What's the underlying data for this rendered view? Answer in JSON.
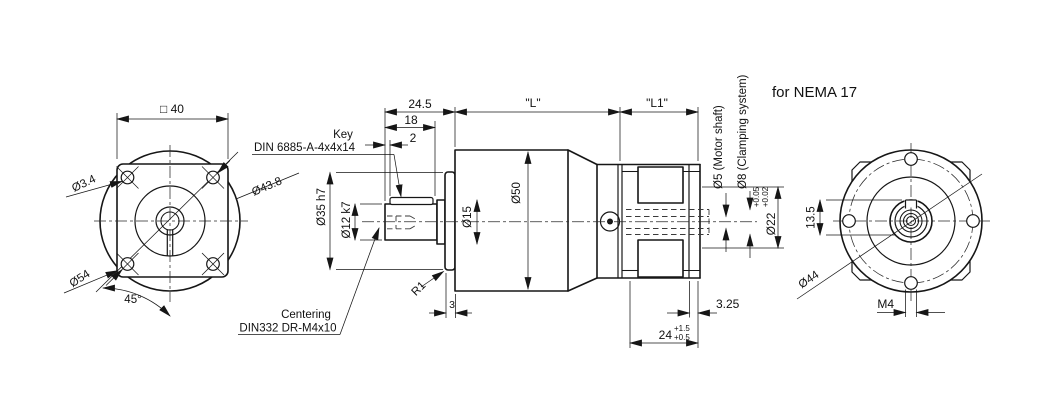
{
  "drawing": {
    "note_top_right": "for NEMA 17",
    "front_view": {
      "square": "□ 40",
      "hole_dia": "Ø3.4",
      "bolt_circle_dia": "Ø43.8",
      "outer_dia": "Ø54",
      "hole_angle": "45°"
    },
    "side_view": {
      "shaft_len_total": "24.5",
      "shaft_len": "18",
      "key_offset": "2",
      "key_label": "Key",
      "key_spec": "DIN 6885-A-4x4x14",
      "gearbox_len": "\"L\"",
      "adapter_len": "\"L1\"",
      "pilot_dia": "Ø35 h7",
      "shaft_dia": "Ø12 k7",
      "step_dia": "Ø15",
      "body_dia": "Ø50",
      "fillet_radius": "R1",
      "flange_thickness": "3",
      "centering_label": "Centering",
      "centering_spec": "DIN332 DR-M4x10",
      "motor_shaft_dia": "Ø5 (Motor shaft)",
      "clamping_dia": "Ø8 (Clamping system)",
      "pilot_bore_dia": "Ø22",
      "pilot_bore_tol_upper": "+0.05",
      "pilot_bore_tol_lower": "+0.02",
      "rib_len": "3.25",
      "clamp_len": "24",
      "clamp_len_tol_upper": "+1.5",
      "clamp_len_tol_lower": "+0.5"
    },
    "rear_view": {
      "keyway_height": "13.5",
      "bolt_circle_dia": "Ø44",
      "thread": "M4"
    }
  }
}
